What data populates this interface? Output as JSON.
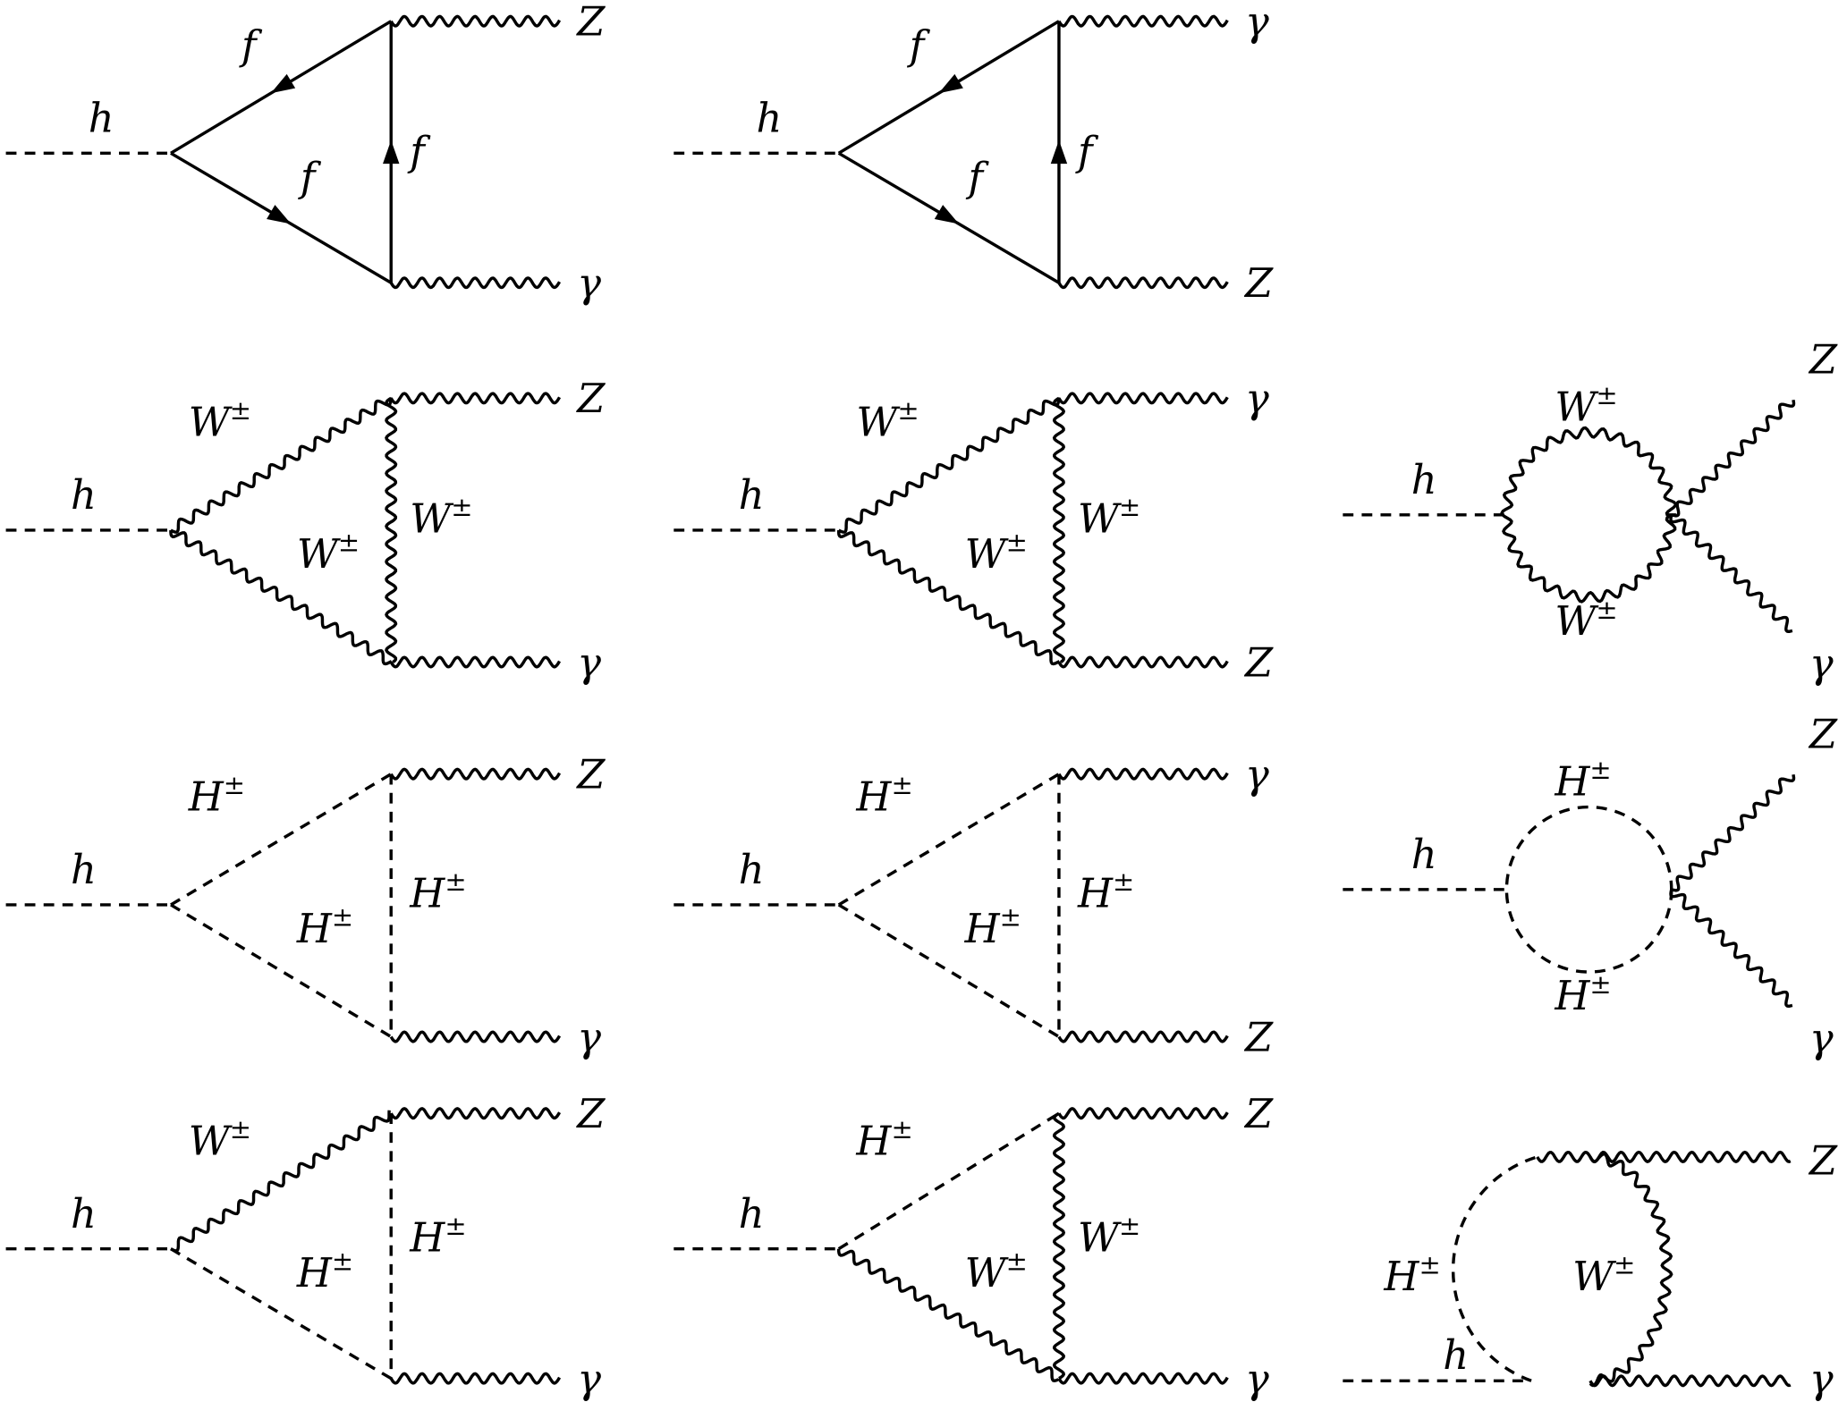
{
  "diagrams": [
    {
      "id": "r1c1",
      "labels": [
        "h",
        "f",
        "f",
        "f",
        "Z",
        "γ"
      ]
    },
    {
      "id": "r1c2",
      "labels": [
        "h",
        "f",
        "f",
        "f",
        "γ",
        "Z"
      ]
    },
    {
      "id": "r2c1",
      "labels": [
        "h",
        "W±",
        "W±",
        "W±",
        "Z",
        "γ"
      ]
    },
    {
      "id": "r2c2",
      "labels": [
        "h",
        "W±",
        "W±",
        "W±",
        "γ",
        "Z"
      ]
    },
    {
      "id": "r2c3",
      "labels": [
        "h",
        "W±",
        "W±",
        "Z",
        "γ"
      ]
    },
    {
      "id": "r3c1",
      "labels": [
        "h",
        "H±",
        "H±",
        "H±",
        "Z",
        "γ"
      ]
    },
    {
      "id": "r3c2",
      "labels": [
        "h",
        "H±",
        "H±",
        "H±",
        "γ",
        "Z"
      ]
    },
    {
      "id": "r3c3",
      "labels": [
        "h",
        "H±",
        "H±",
        "Z",
        "γ"
      ]
    },
    {
      "id": "r4c1",
      "labels": [
        "h",
        "W±",
        "H±",
        "H±",
        "Z",
        "γ"
      ]
    },
    {
      "id": "r4c2",
      "labels": [
        "h",
        "H±",
        "W±",
        "W±",
        "Z",
        "γ"
      ]
    },
    {
      "id": "r4c3",
      "labels": [
        "H±",
        "W±",
        "h",
        "Z",
        "γ"
      ]
    }
  ]
}
